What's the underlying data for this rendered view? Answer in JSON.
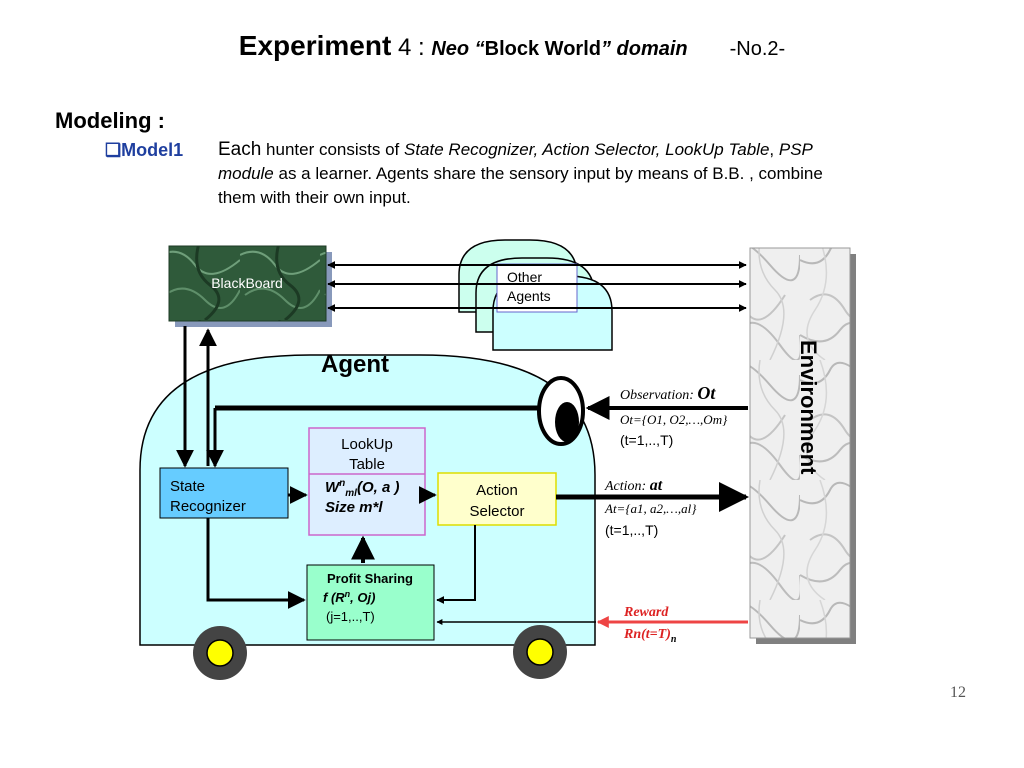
{
  "title": {
    "part1": "Experiment",
    "part2": " 4 : ",
    "part3": "Neo “",
    "part4": "Block World",
    "part5": "” domain",
    "part6": "-No.2-"
  },
  "heading": "Modeling :",
  "model": {
    "bullet": "❑",
    "label": "Model1",
    "desc": {
      "each": "Each",
      "t1": " hunter consists of ",
      "i1": "State Recognizer, Action Selector, LookUp Table",
      "t2": ", ",
      "i2": "PSP  module",
      "t3": " as a learner.  Agents share the sensory input by means of B.B. , combine them with their own input."
    }
  },
  "diagram": {
    "blackboard": "BlackBoard",
    "other_agents": [
      "Other",
      "Agents"
    ],
    "agent": "Agent",
    "environment": "Environment",
    "state_recognizer": [
      "State",
      "Recognizer"
    ],
    "lookup": {
      "title": [
        "LookUp",
        "Table"
      ],
      "w": "W",
      "w_sup": "n",
      "w_sub": "ml",
      "w_args": "(O, a )",
      "size": "Size m*l"
    },
    "action_selector": [
      "Action",
      "Selector"
    ],
    "profit": {
      "title": "Profit Sharing",
      "f": "f (R",
      "f_sup": "n",
      "f_end": ", Oj)",
      "range": "(j=1,..,T)"
    },
    "observation": {
      "label": "Observation: ",
      "sym": "Ot",
      "set": "Ot={O1, O2,…,Om}",
      "range": "(t=1,..,T)"
    },
    "action": {
      "label": "Action: ",
      "sym": "at",
      "set": "At={a1, a2,…,al}",
      "range": "(t=1,..,T)"
    },
    "reward": {
      "label": "Reward",
      "formula": "Rn(t=T)",
      "sub": "n"
    }
  },
  "page_number": "12",
  "colors": {
    "agent_fill": "#ccffff",
    "state_fill": "#66ccff",
    "lookup_fill": "#ddeeff",
    "lookup_border": "#cc66cc",
    "action_fill": "#ffffcc",
    "action_border": "#dddd00",
    "profit_fill": "#99ffcc",
    "reward_color": "#dd2222",
    "title_blue": "#1f3f9f"
  }
}
